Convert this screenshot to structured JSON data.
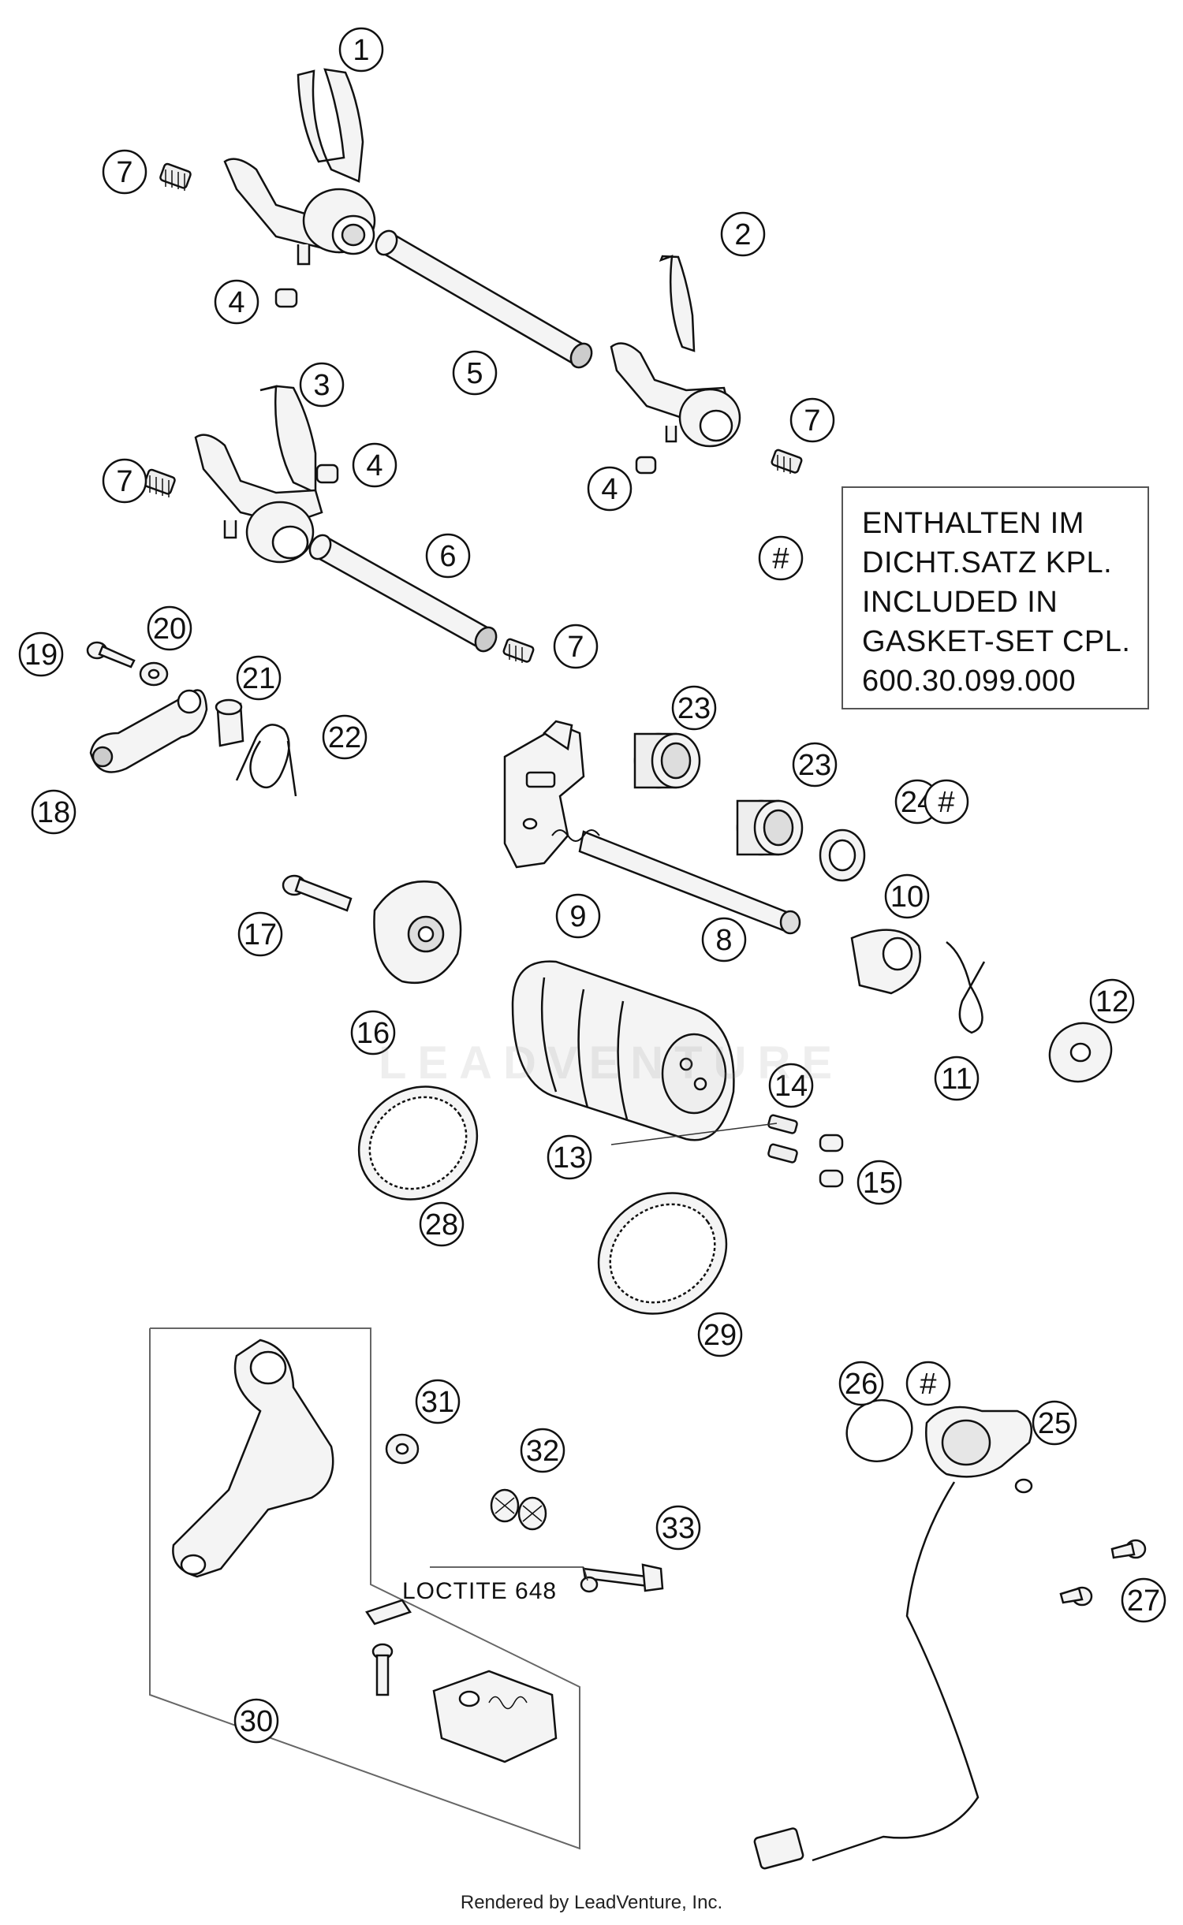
{
  "callouts": [
    "1",
    "2",
    "3",
    "4",
    "5",
    "6",
    "7",
    "8",
    "9",
    "10",
    "11",
    "12",
    "13",
    "14",
    "15",
    "16",
    "17",
    "18",
    "19",
    "20",
    "21",
    "22",
    "23",
    "24",
    "25",
    "26",
    "27",
    "28",
    "29",
    "30",
    "31",
    "32",
    "33",
    "#"
  ],
  "info_box": {
    "lines": [
      "ENTHALTEN IM",
      "DICHT.SATZ KPL.",
      "INCLUDED IN",
      "GASKET-SET CPL.",
      "600.30.099.000"
    ]
  },
  "loctite_label": "LOCTITE 648",
  "credit": "Rendered by LeadVenture, Inc.",
  "watermark": "LEADVENTURE",
  "colors": {
    "line": "#111111",
    "part_fill": "#f4f4f4",
    "shade": "#cfcfcf"
  }
}
